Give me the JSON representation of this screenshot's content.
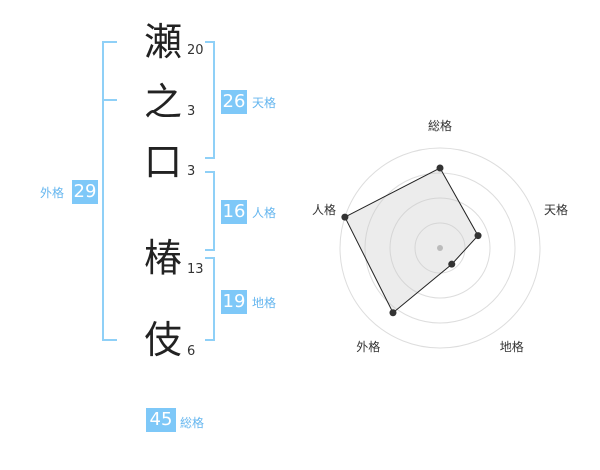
{
  "name_chars": [
    {
      "char": "瀬",
      "strokes": "20"
    },
    {
      "char": "之",
      "strokes": "3"
    },
    {
      "char": "口",
      "strokes": "3"
    },
    {
      "char": "椿",
      "strokes": "13"
    },
    {
      "char": "伎",
      "strokes": "6"
    }
  ],
  "kaku": {
    "tenkaku": {
      "value": "26",
      "label": "天格"
    },
    "jinkaku": {
      "value": "16",
      "label": "人格"
    },
    "chikaku": {
      "value": "19",
      "label": "地格"
    },
    "gaikaku": {
      "value": "29",
      "label": "外格"
    },
    "soukaku": {
      "value": "45",
      "label": "総格"
    }
  },
  "colors": {
    "accent": "#7ec8f8",
    "accent_text": "#65b6ef",
    "bracket": "#8fd0f7"
  },
  "chart_data": {
    "type": "radar",
    "axes": [
      "総格",
      "天格",
      "地格",
      "外格",
      "人格"
    ],
    "values": [
      4,
      2,
      1,
      4,
      5
    ],
    "max": 5,
    "rings": 4
  }
}
